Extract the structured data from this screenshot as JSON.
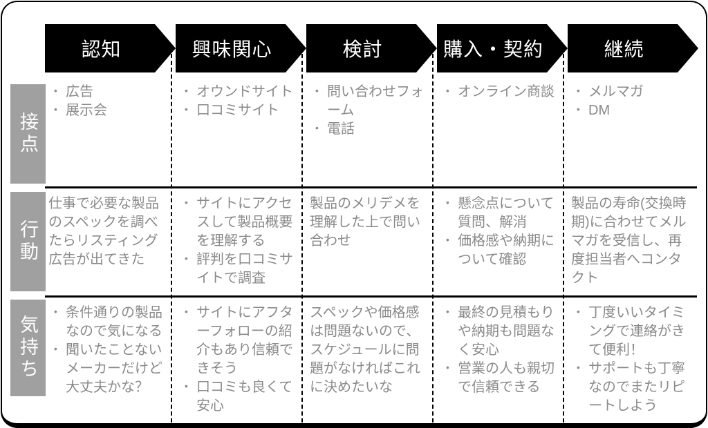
{
  "diagram": {
    "type": "customer-journey-map",
    "colors": {
      "stage_bg": "#000000",
      "stage_text": "#ffffff",
      "row_label_bg": "#a0a0a0",
      "row_label_text": "#ffffff",
      "cell_text": "#8a8a8a",
      "line": "#000000"
    }
  },
  "stages": [
    {
      "label": "認知"
    },
    {
      "label": "興味関心"
    },
    {
      "label": "検討"
    },
    {
      "label": "購入・契約"
    },
    {
      "label": "継続"
    }
  ],
  "rows": [
    {
      "label": "接点"
    },
    {
      "label": "行動"
    },
    {
      "label": "気持ち"
    }
  ],
  "cells": {
    "touch": [
      {
        "items": [
          "広告",
          "展示会"
        ]
      },
      {
        "items": [
          "オウンドサイト",
          "口コミサイト"
        ]
      },
      {
        "items": [
          "問い合わせフォーム",
          "電話"
        ]
      },
      {
        "items": [
          "オンライン商談"
        ]
      },
      {
        "items": [
          "メルマガ",
          "DM"
        ]
      }
    ],
    "action": [
      {
        "text": "仕事で必要な製品のスペックを調べたらリスティング広告が出てきた"
      },
      {
        "items": [
          "サイトにアクセスして製品概要を理解する",
          "評判を口コミサイトで調査"
        ]
      },
      {
        "text": "製品のメリデメを理解した上で問い合わせ"
      },
      {
        "items": [
          "懸念点について質問、解消",
          "価格感や納期について確認"
        ]
      },
      {
        "text": "製品の寿命(交換時期)に合わせてメルマガを受信し、再度担当者へコンタクト"
      }
    ],
    "feeling": [
      {
        "items": [
          "条件通りの製品なので気になる",
          "聞いたことないメーカーだけど大丈夫かな？"
        ]
      },
      {
        "items": [
          "サイトにアフターフォローの紹介もあり信頼できそう",
          "口コミも良くて安心"
        ]
      },
      {
        "text": "スペックや価格感は問題ないので、スケジュールに問題がなければこれに決めたいな"
      },
      {
        "items": [
          "最終の見積もりや納期も問題なく安心",
          "営業の人も親切で信頼できる"
        ]
      },
      {
        "items": [
          "丁度いいタイミングで連絡がきて便利！",
          "サポートも丁寧なのでまたリピートしよう"
        ]
      }
    ]
  }
}
